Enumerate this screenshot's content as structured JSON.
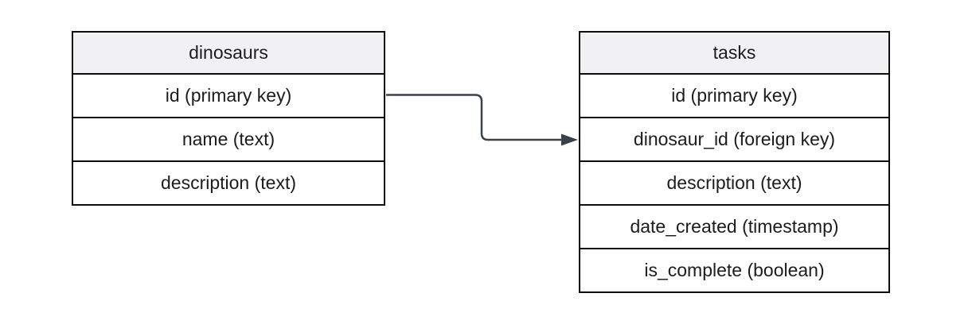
{
  "colors": {
    "canvas_background": "#ffffff",
    "table_border": "#0d0d0d",
    "header_fill": "#f1f1f3",
    "row_fill": "#ffffff",
    "text": "#1c1c1c",
    "connector": "#3a414b"
  },
  "tables": [
    {
      "name": "dinosaurs",
      "fields": [
        "id (primary key)",
        "name (text)",
        "description (text)"
      ]
    },
    {
      "name": "tasks",
      "fields": [
        "id (primary key)",
        "dinosaur_id (foreign key)",
        "description (text)",
        "date_created (timestamp)",
        "is_complete (boolean)"
      ]
    }
  ],
  "relationship": {
    "from_table": "dinosaurs",
    "from_field": "id (primary key)",
    "to_table": "tasks",
    "to_field": "dinosaur_id (foreign key)",
    "arrow_direction": "right"
  }
}
